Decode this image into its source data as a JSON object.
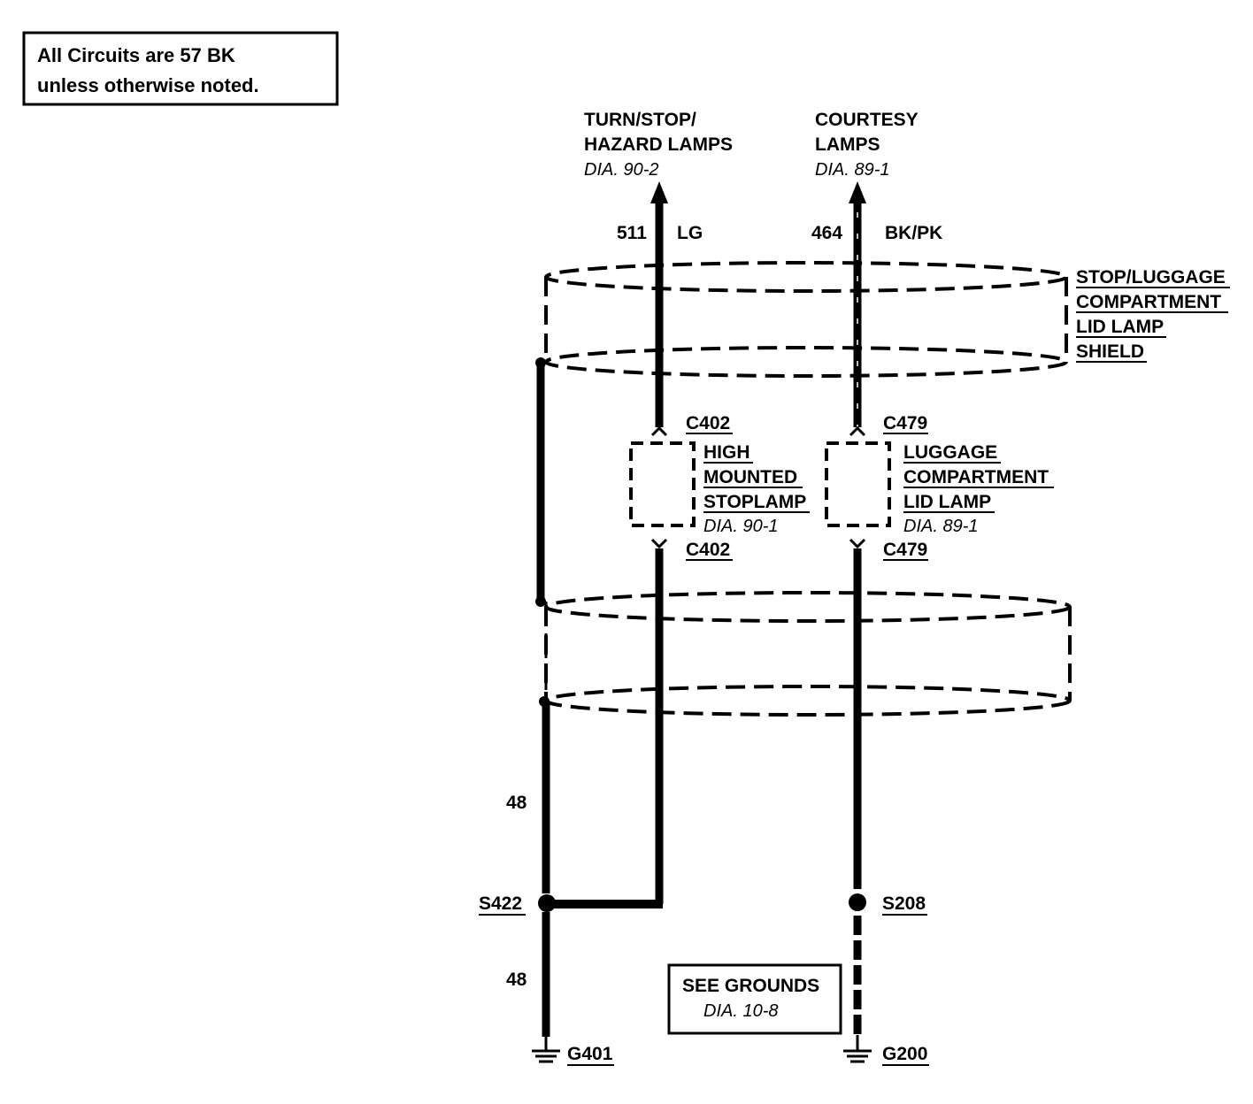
{
  "note": {
    "line1": "All Circuits are 57 BK",
    "line2": "unless otherwise noted."
  },
  "feeds": {
    "left": {
      "line1": "TURN/STOP/",
      "line2": "HAZARD LAMPS",
      "dia": "DIA. 90-2",
      "circuit": "511",
      "color": "LG"
    },
    "right": {
      "line1": "COURTESY",
      "line2": "LAMPS",
      "dia": "DIA. 89-1",
      "circuit": "464",
      "color": "BK/PK"
    }
  },
  "shield": {
    "line1": "STOP/LUGGAGE",
    "line2": "COMPARTMENT",
    "line3": "LID LAMP",
    "line4": "SHIELD"
  },
  "components": {
    "stoplamp": {
      "connector_top": "C402",
      "connector_bottom": "C402",
      "line1": "HIGH",
      "line2": "MOUNTED",
      "line3": "STOPLAMP",
      "dia": "DIA. 90-1"
    },
    "lidlamp": {
      "connector_top": "C479",
      "connector_bottom": "C479",
      "line1": "LUGGAGE",
      "line2": "COMPARTMENT",
      "line3": "LID LAMP",
      "dia": "DIA. 89-1"
    }
  },
  "wires": {
    "upper_circuit": "48",
    "lower_circuit": "48"
  },
  "splices": {
    "left": "S422",
    "right": "S208"
  },
  "grounds": {
    "left": "G401",
    "right": "G200",
    "ref_title": "SEE GROUNDS",
    "ref_dia": "DIA. 10-8"
  }
}
